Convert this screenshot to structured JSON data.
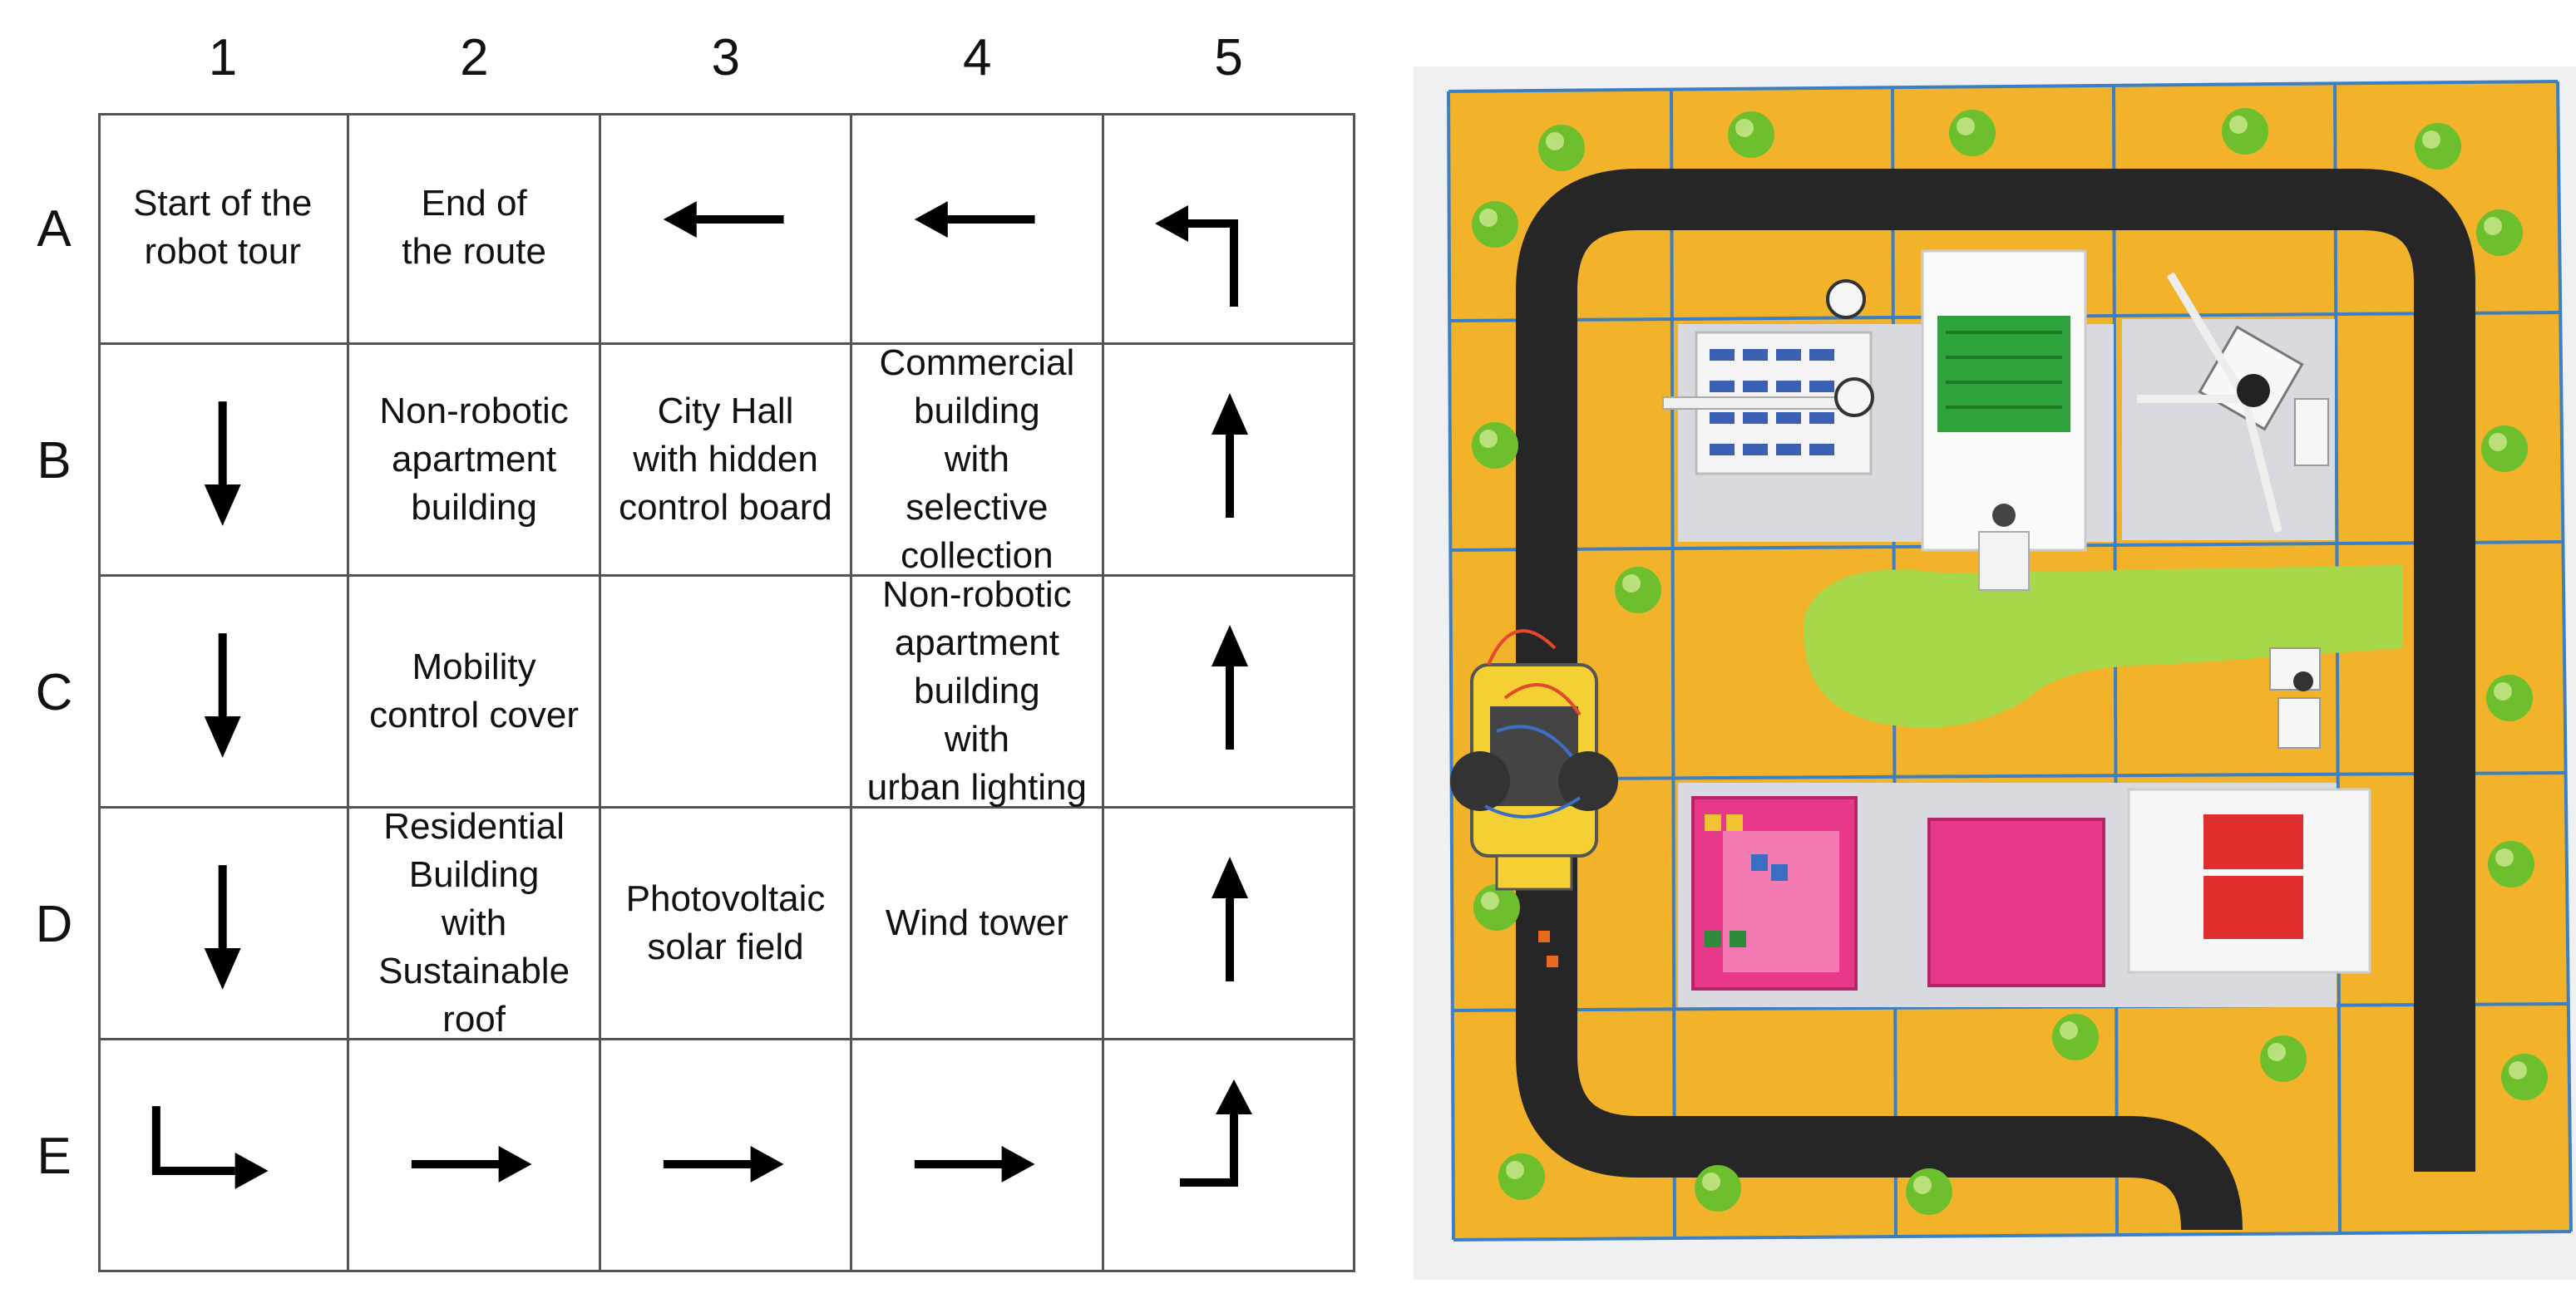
{
  "columns": [
    "1",
    "2",
    "3",
    "4",
    "5"
  ],
  "rows": [
    "A",
    "B",
    "C",
    "D",
    "E"
  ],
  "cells": {
    "A1": "Start of the\nrobot tour",
    "A2": "End of\nthe route",
    "A3": "left-arrow",
    "A4": "left-arrow",
    "A5": "up-left-turn-arrow",
    "B1": "down-arrow",
    "B2": "Non-robotic\napartment\nbuilding",
    "B3": "City Hall\nwith hidden\ncontrol board",
    "B4": "Commercial\nbuilding\nwith\nselective\ncollection",
    "B5": "up-arrow",
    "C1": "down-arrow",
    "C2": "Mobility\ncontrol cover",
    "C3": "",
    "C4": "Non-robotic\napartment\nbuilding\nwith\nurban lighting",
    "C5": "up-arrow",
    "D1": "down-arrow",
    "D2": "Residential\nBuilding\nwith\nSustainable\nroof",
    "D3": "Photovoltaic\nsolar field",
    "D4": "Wind tower",
    "D5": "up-arrow",
    "E1": "down-right-turn-arrow",
    "E2": "right-arrow",
    "E3": "right-arrow",
    "E4": "right-arrow",
    "E5": "right-up-turn-arrow"
  },
  "photo": {
    "description_icon": "robot-city-map-photo",
    "colors": {
      "mat": "#f2b22a",
      "road": "#262626",
      "tile_line": "#3d7fc4",
      "tree_outer": "#6dbf2e",
      "tree_inner": "#b9e07a",
      "lawn": "#a7d84a",
      "pink": "#e8388a",
      "red": "#e02e2e",
      "pavement": "#d9dadf"
    }
  }
}
